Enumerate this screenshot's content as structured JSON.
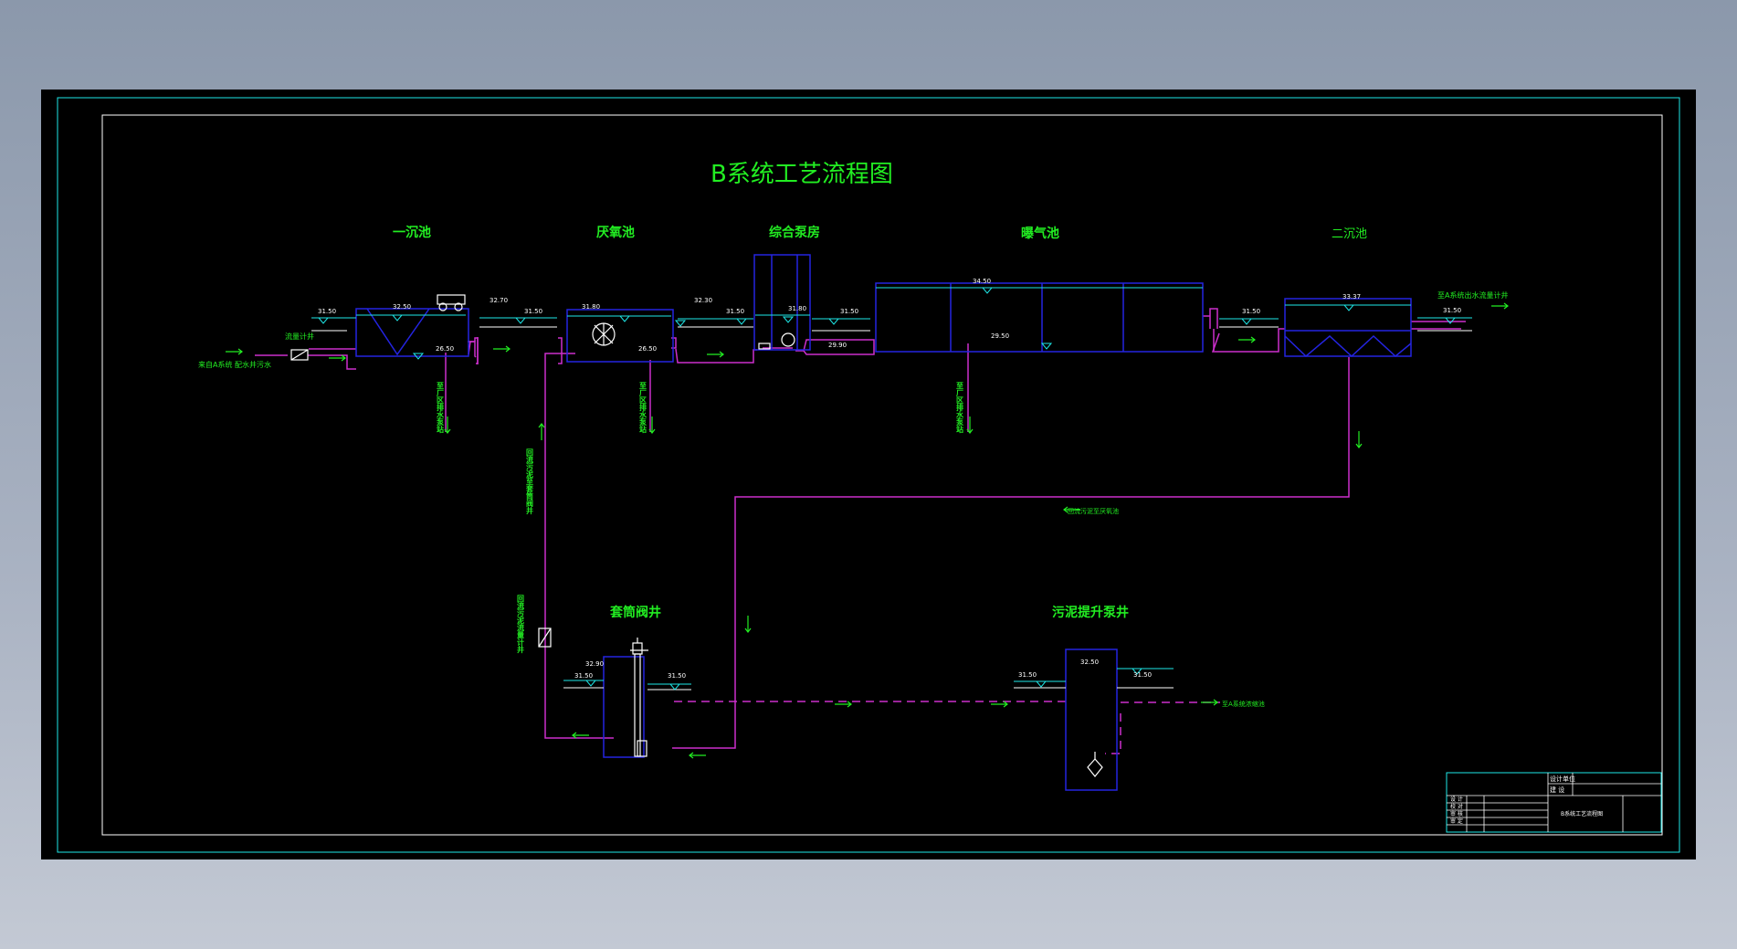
{
  "drawing": {
    "title": "B系统工艺流程图",
    "units": {
      "primary_clarifier": "一沉池",
      "anaerobic_tank": "厌氧池",
      "pump_house": "综合泵房",
      "aeration_tank": "曝气池",
      "secondary_clarifier": "二沉池",
      "sleeve_valve_well": "套筒阀井",
      "sludge_lift_well": "污泥提升泵井"
    },
    "labels": {
      "inflow": "来自A系统 配水井污水",
      "flow_meter_well": "流量计井",
      "outflow": "至A系统出水流量计井",
      "drain_1": "至厂区排水泵站",
      "drain_2": "至厂区排水泵站",
      "drain_3": "至厂区排水泵站",
      "return_sludge": "回流污泥至厌氧池",
      "return_sludge_meter": "回流污泥流量计井",
      "sludge_to_valve": "回流污泥至套筒阀井",
      "sludge_to_a": "至A系统浓缩池"
    },
    "levels": {
      "pc_in": "31.50",
      "pc_water": "32.50",
      "pc_bottom": "26.50",
      "an_in": "32.70",
      "an_in2": "31.50",
      "an_water": "31.80",
      "an_bottom": "26.50",
      "an_out": "32.30",
      "an_out2": "31.50",
      "ph_water": "31.80",
      "ph_out": "31.50",
      "ph_bottom": "29.90",
      "ae_water": "34.50",
      "ae_bottom": "29.50",
      "sc_in": "31.50",
      "sc_water": "33.37",
      "sc_out": "31.50",
      "sv_water": "32.90",
      "sv_in": "31.50",
      "sv_out": "31.50",
      "sl_in": "31.50",
      "sl_water": "32.50",
      "sl_out": "31.50"
    }
  },
  "title_block": {
    "org": "设计单位",
    "drawing_name": "B系统工艺流程图",
    "row1": "建 设",
    "rows": [
      "设 计",
      "校 对",
      "审 核",
      "审 定"
    ]
  },
  "colors": {
    "background": "#000000",
    "frame": "#1ee8e8",
    "pipe": "#cc2fcc",
    "structure": "#2424e0",
    "text": "#22ee22",
    "water_line": "#1ee8e8",
    "equipment": "#ffffff"
  }
}
